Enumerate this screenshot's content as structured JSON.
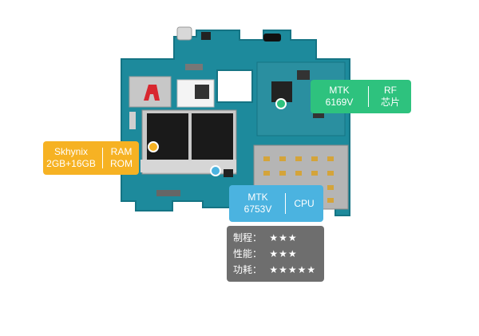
{
  "labels": {
    "rf": {
      "brand": "MTK",
      "model": "6169V",
      "type": "RF",
      "type_cn": "芯片",
      "color": "#2ec27e"
    },
    "ram": {
      "brand": "Skhynix",
      "spec": "2GB+16GB",
      "type1": "RAM",
      "type2": "ROM",
      "color": "#f6b223"
    },
    "cpu": {
      "brand": "MTK",
      "model": "6753V",
      "type": "CPU",
      "color": "#4bb3e0"
    }
  },
  "ratings": [
    {
      "label": "制程：",
      "stars": "★★★",
      "count": 3
    },
    {
      "label": "性能：",
      "stars": "★★★",
      "count": 3
    },
    {
      "label": "功耗：",
      "stars": "★★★★★",
      "count": 5
    }
  ],
  "icons": [
    "rf-marker-dot-icon",
    "ram-marker-dot-icon",
    "cpu-marker-dot-icon"
  ]
}
